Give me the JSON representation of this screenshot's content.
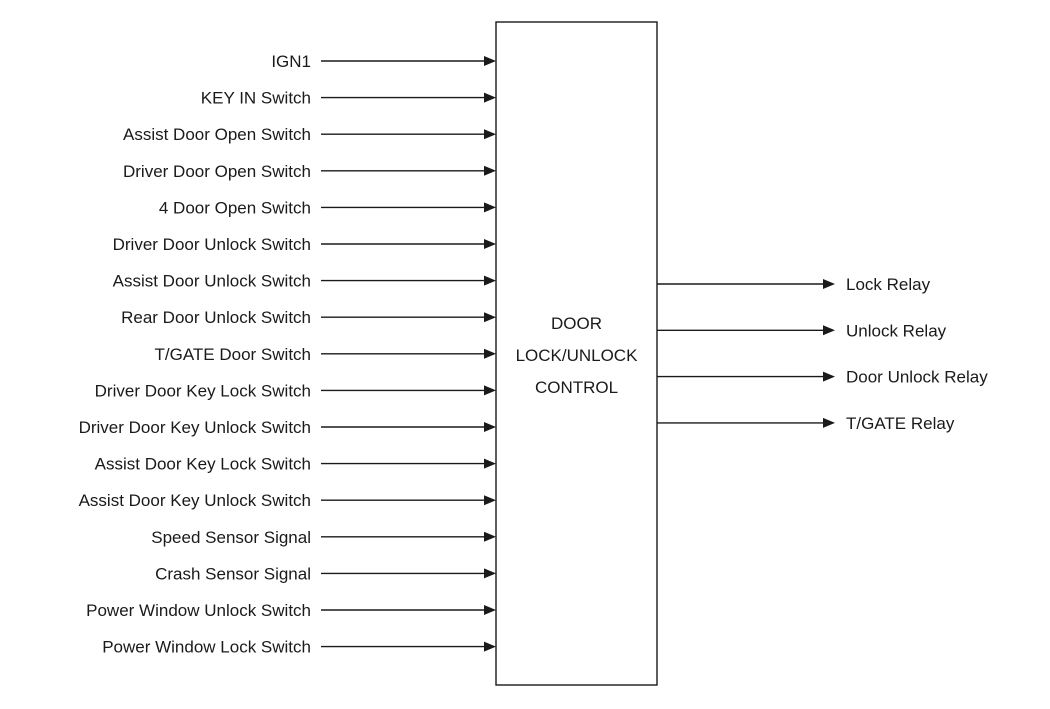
{
  "block": {
    "lines": [
      "DOOR",
      "LOCK/UNLOCK",
      "CONTROL"
    ]
  },
  "inputs": [
    "IGN1",
    "KEY IN Switch",
    "Assist Door Open Switch",
    "Driver Door Open Switch",
    "4 Door Open Switch",
    "Driver Door Unlock Switch",
    "Assist Door Unlock Switch",
    "Rear Door Unlock Switch",
    "T/GATE Door Switch",
    "Driver Door Key Lock Switch",
    "Driver Door Key Unlock Switch",
    "Assist Door Key Lock Switch",
    "Assist Door Key Unlock Switch",
    "Speed Sensor Signal",
    "Crash Sensor Signal",
    "Power Window Unlock Switch",
    "Power Window Lock Switch"
  ],
  "outputs": [
    "Lock Relay",
    "Unlock Relay",
    "Door Unlock Relay",
    "T/GATE Relay"
  ],
  "colors": {
    "line": "#1a1a1a",
    "background": "#ffffff"
  }
}
